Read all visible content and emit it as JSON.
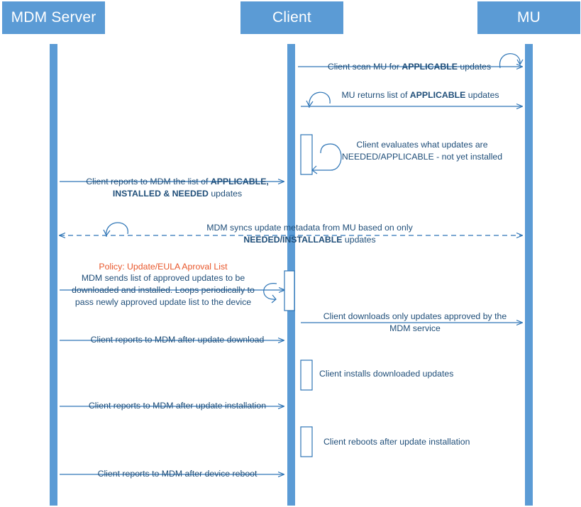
{
  "diagram": {
    "type": "sequence-diagram",
    "accent_color": "#5b9bd5",
    "text_color": "#1f4e79",
    "policy_color": "#e8562a",
    "participants": [
      {
        "id": "mdm",
        "label": "MDM Server"
      },
      {
        "id": "client",
        "label": "Client"
      },
      {
        "id": "mu",
        "label": "MU"
      }
    ],
    "messages": [
      {
        "id": "m1",
        "from": "client",
        "to": "mu",
        "parts": [
          {
            "text": "Client scan MU for "
          },
          {
            "text": "APPLICABLE",
            "bold": true
          },
          {
            "text": " updates"
          }
        ],
        "plain": "Client scan MU for APPLICABLE updates",
        "self_loop": "mu"
      },
      {
        "id": "m2",
        "from": "mu",
        "to": "client",
        "parts": [
          {
            "text": "MU returns list of "
          },
          {
            "text": "APPLICABLE",
            "bold": true
          },
          {
            "text": " updates"
          }
        ],
        "plain": "MU returns list of APPLICABLE updates",
        "self_loop": "client"
      },
      {
        "id": "m3",
        "from": "client",
        "to": "client",
        "parts": [
          {
            "text": "Client evaluates what updates are NEEDED/APPLICABLE - not yet installed"
          }
        ],
        "plain": "Client evaluates what updates are NEEDED/APPLICABLE - not yet installed",
        "self_loop": "client"
      },
      {
        "id": "m4",
        "from": "client",
        "to": "mdm",
        "parts": [
          {
            "text": "Client reports to MDM the list of "
          },
          {
            "text": "APPLICABLE, INSTALLED & NEEDED",
            "bold": true
          },
          {
            "text": " updates"
          }
        ],
        "plain": "Client reports to MDM the list of APPLICABLE, INSTALLED & NEEDED updates"
      },
      {
        "id": "m5",
        "from": "mdm",
        "to": "mu",
        "dashed": true,
        "parts": [
          {
            "text": "MDM syncs update metadata from MU based on only "
          },
          {
            "text": "NEEDED/INSTALLABLE",
            "bold": true
          },
          {
            "text": " updates"
          }
        ],
        "plain": "MDM syncs update metadata from MU based on only NEEDED/INSTALLABLE updates",
        "self_loop": "mdm"
      },
      {
        "id": "m6",
        "from": "mdm",
        "to": "client",
        "policy_label": "Policy: Update/EULA Aproval List",
        "parts": [
          {
            "text": "MDM sends list of approved updates to be downloaded and installed. Loops periodically to pass newly approved update list to the device"
          }
        ],
        "plain": "MDM sends list of approved updates to be downloaded and installed. Loops periodically to pass newly approved update list to the device",
        "self_loop": "client"
      },
      {
        "id": "m7",
        "from": "mu",
        "to": "client",
        "parts": [
          {
            "text": "Client downloads only updates approved by the MDM service"
          }
        ],
        "plain": "Client downloads only updates approved by the MDM service"
      },
      {
        "id": "m8",
        "from": "client",
        "to": "mdm",
        "parts": [
          {
            "text": "Client reports to MDM after update download"
          }
        ],
        "plain": "Client reports to MDM after update download"
      },
      {
        "id": "m9",
        "from": "client",
        "to": "client",
        "parts": [
          {
            "text": "Client installs downloaded updates"
          }
        ],
        "plain": "Client installs downloaded updates"
      },
      {
        "id": "m10",
        "from": "client",
        "to": "mdm",
        "parts": [
          {
            "text": "Client reports to MDM after update installation"
          }
        ],
        "plain": "Client reports to MDM after update installation"
      },
      {
        "id": "m11",
        "from": "client",
        "to": "client",
        "parts": [
          {
            "text": "Client reboots after update installation"
          }
        ],
        "plain": "Client reboots after update installation"
      },
      {
        "id": "m12",
        "from": "client",
        "to": "mdm",
        "parts": [
          {
            "text": "Client reports to MDM after device reboot"
          }
        ],
        "plain": "Client reports to MDM after device reboot"
      }
    ]
  }
}
